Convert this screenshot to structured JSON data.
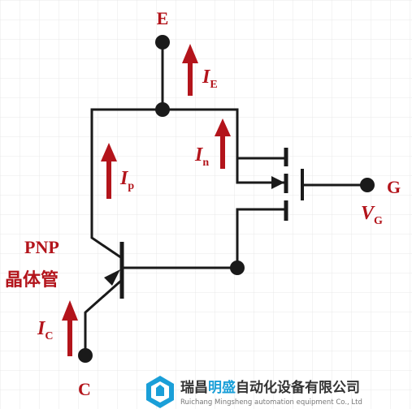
{
  "colors": {
    "wire": "#1a1a1a",
    "accent": "#b3141b",
    "grid": "#e6e6e6",
    "logo_blue": "#1a9fd8",
    "logo_dark": "#333333"
  },
  "terminals": {
    "emitter": "E",
    "collector": "C",
    "gate": "G"
  },
  "currents": {
    "ie_main": "I",
    "ie_sub": "E",
    "in_main": "I",
    "in_sub": "n",
    "ip_main": "I",
    "ip_sub": "p",
    "ic_main": "I",
    "ic_sub": "C"
  },
  "gate_voltage": {
    "main": "V",
    "sub": "G"
  },
  "pnp_label": {
    "line1": "PNP",
    "line2": "晶体管"
  },
  "watermark": {
    "company_cn_prefix": "瑞昌",
    "company_cn_brand": "明盛",
    "company_cn_suffix": "自动化设备有限公司",
    "company_en": "Ruichang Mingsheng automation equipment Co., Ltd"
  }
}
